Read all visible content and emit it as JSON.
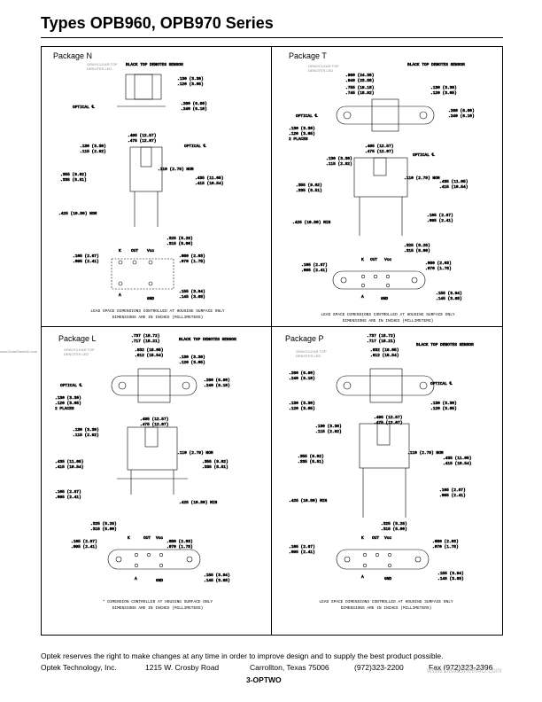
{
  "title": "Types OPB960, OPB970 Series",
  "packages": {
    "n": {
      "label": "Package N"
    },
    "t": {
      "label": "Package T"
    },
    "l": {
      "label": "Package L"
    },
    "p": {
      "label": "Package P"
    }
  },
  "common": {
    "gray_top": "GRAY/CLEAR TOP DENOTES LED",
    "black_top": "BLACK TOP DENOTES SENSOR",
    "optical_cl": "OPTICAL ℄",
    "pin_k": "K",
    "pin_a": "A",
    "pin_out": "OUT",
    "pin_vcc": "Vcc",
    "pin_gnd": "GND",
    "nom_110": ".110 (2.79) NOM",
    "nom_425": ".425 (10.80) NOM",
    "min_425": ".425 (10.80) MIN",
    "d_495_475": [
      ".495 (12.57)",
      ".475 (12.07)"
    ],
    "d_130_115": [
      ".130 (3.30)",
      ".115 (2.92)"
    ],
    "d_355_335": [
      ".355 (9.02)",
      ".335 (8.51)"
    ],
    "d_435_415": [
      ".435 (11.05)",
      ".415 (10.54)"
    ],
    "d_105_095": [
      ".105 (2.67)",
      ".095 (2.41)"
    ],
    "d_325_315": [
      ".325 (8.26)",
      ".315 (8.00)"
    ],
    "d_080_070": [
      ".080 (2.03)",
      ".070 (1.78)"
    ],
    "d_155_145": [
      ".155 (3.94)",
      ".145 (3.68)"
    ],
    "d_130_120": [
      ".130 (3.30)",
      ".120 (3.05)"
    ],
    "d_260_240": [
      ".260 (6.60)",
      ".240 (6.10)"
    ],
    "d_737_717": [
      ".737 (18.72)",
      ".717 (18.21)"
    ],
    "d_632_612": [
      ".632 (16.05)",
      ".612 (15.54)"
    ],
    "d_960_940": [
      ".960 (24.38)",
      ".940 (23.88)"
    ],
    "d_755_745": [
      ".755 (19.18)",
      ".745 (18.92)"
    ],
    "two_places": "2 PLACES",
    "lead_note": "LEAD SPACE DIMENSIONS CONTROLLED AT HOUSING SURFACE ONLY",
    "dim_note": "DIMENSIONS ARE IN INCHES (MILLIMETERS)",
    "star_note": "* DIMENSION CONTROLLED AT HOUSING SURFACE ONLY"
  },
  "disclaimer": "Optek reserves the right to make changes at any time in order to improve design and to supply the best product possible.",
  "footer": {
    "company": "Optek Technology, Inc.",
    "address": "1215 W. Crosby Road",
    "city": "Carrollton, Texas 75006",
    "phone": "(972)323-2200",
    "fax": "Fax (972)323-2396"
  },
  "page_number": "3-OPTWO",
  "watermark": "www.DataSheet4U.com",
  "side_mark": "www.DataSheet4U.com"
}
